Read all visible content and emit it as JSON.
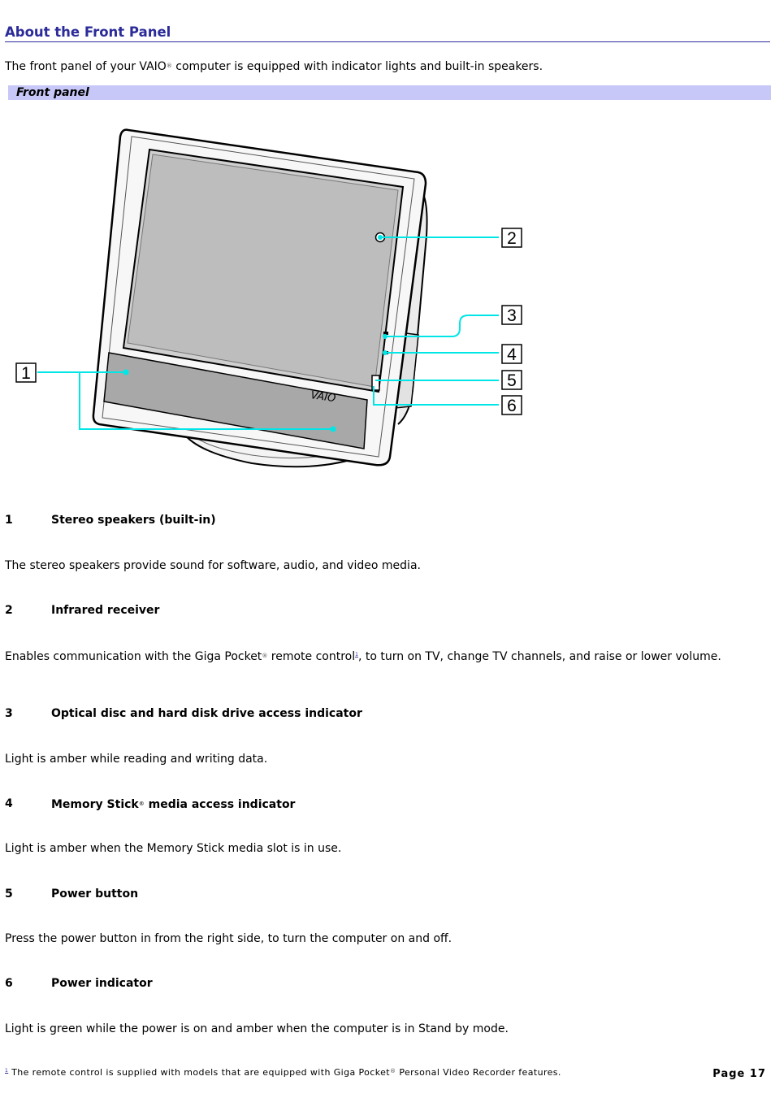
{
  "page": {
    "title": "About the Front Panel",
    "intro_before": "The front panel of your VAIO",
    "intro_after": " computer is equipped with indicator lights and built-in speakers.",
    "reg_mark": "®",
    "caption": "Front panel",
    "logo_text": "VAIO",
    "callouts": [
      "1",
      "2",
      "3",
      "4",
      "5",
      "6"
    ]
  },
  "items": [
    {
      "num": "1",
      "heading": "Stereo speakers (built-in)",
      "desc": "The stereo speakers provide sound for software, audio, and video media."
    },
    {
      "num": "2",
      "heading": "Infrared receiver",
      "desc_a": "Enables communication with the Giga Pocket",
      "desc_b": " remote control",
      "desc_ref": "1",
      "desc_c": ", to turn on TV, change TV channels, and raise or lower volume."
    },
    {
      "num": "3",
      "heading": "Optical disc and hard disk drive access indicator",
      "desc": "Light is amber while reading and writing data."
    },
    {
      "num": "4",
      "heading_a": "Memory Stick",
      "heading_b": " media access indicator",
      "desc": "Light is amber when the Memory Stick media slot is in use."
    },
    {
      "num": "5",
      "heading": "Power button",
      "desc": "Press the power button in from the right side, to turn the computer on and off."
    },
    {
      "num": "6",
      "heading": "Power indicator",
      "desc": "Light is green while the power is on and amber when the computer is in Stand by mode."
    }
  ],
  "footnote": {
    "mark": "1",
    "text_a": " The remote control is supplied with models that are equipped with Giga Pocket",
    "text_b": " Personal Video Recorder features."
  },
  "page_number": "Page 17",
  "colors": {
    "title": "#2b2b9a",
    "caption_bg": "#c8c8f8",
    "callout_line": "#00e0e0"
  }
}
